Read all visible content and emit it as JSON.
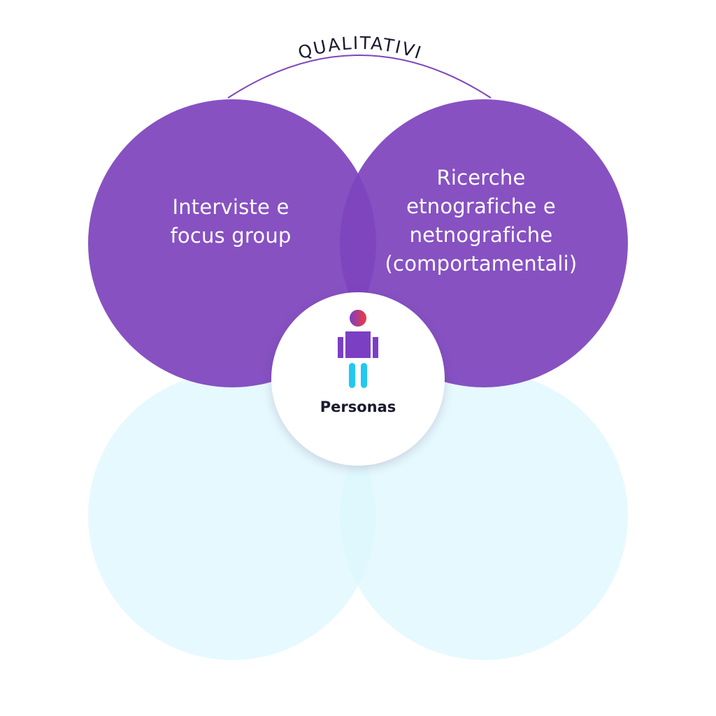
{
  "arc_label": "QUALITATIVI",
  "circles": {
    "top_left": {
      "label": "Interviste e\nfocus group"
    },
    "top_right": {
      "label": "Ricerche\netnografiche e\nnetnografiche\n(comportamentali)"
    }
  },
  "center": {
    "label": "Personas",
    "icon": "person-icon"
  },
  "colors": {
    "purple": "#7e44bd",
    "light_cyan": "#dcf7fd",
    "person_head_from": "#7a3fc7",
    "person_head_to": "#f03a3a",
    "person_body": "#7b3fc4",
    "person_legs": "#22c8f0",
    "arc_stroke": "#7e44bd",
    "text_dark": "#1a1a2e"
  }
}
